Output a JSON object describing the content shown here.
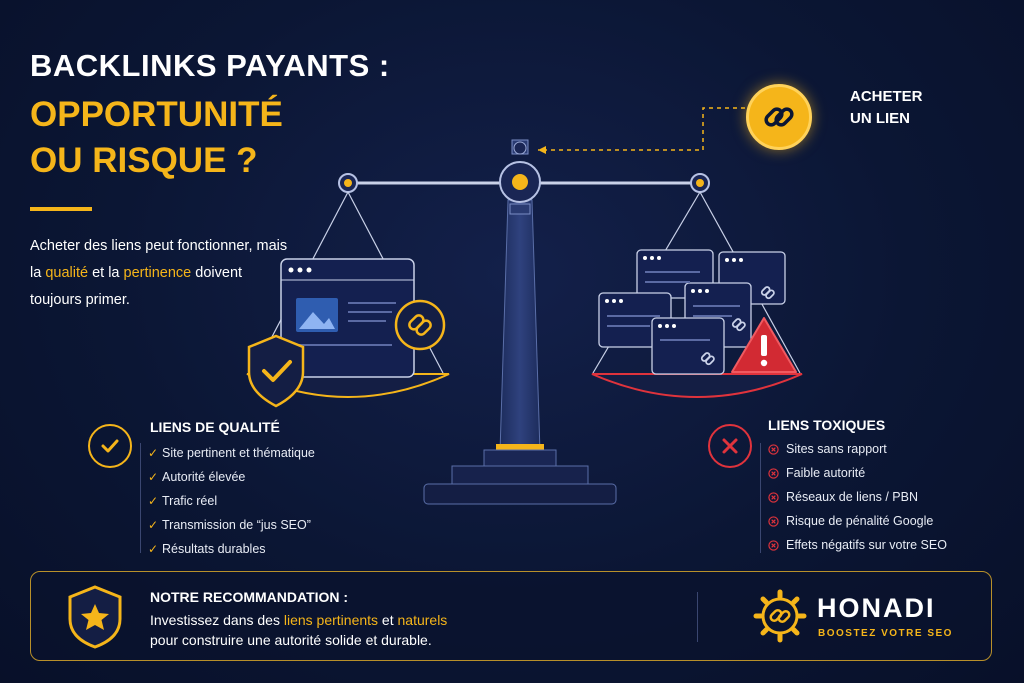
{
  "header": {
    "title_line1": "BACKLINKS PAYANTS :",
    "title_line2": "OPPORTUNITÉ",
    "title_line3": "OU RISQUE ?",
    "intro_part1": "Acheter des liens peut fonctionner, mais la ",
    "intro_hl1": "qualité",
    "intro_part2": " et la ",
    "intro_hl2": "pertinence",
    "intro_part3": " doivent toujours primer."
  },
  "buy_link": {
    "label_line1": "ACHETER",
    "label_line2": "UN LIEN"
  },
  "quality": {
    "title": "LIENS DE QUALITÉ",
    "items": [
      "Site pertinent et thématique",
      "Autorité élevée",
      "Trafic réel",
      "Transmission de “jus SEO”",
      "Résultats durables"
    ]
  },
  "toxic": {
    "title": "LIENS TOXIQUES",
    "items": [
      "Sites sans rapport",
      "Faible autorité",
      "Réseaux de liens / PBN",
      "Risque de pénalité Google",
      "Effets négatifs sur votre SEO"
    ]
  },
  "recommendation": {
    "title": "NOTRE RECOMMANDATION :",
    "text_part1": "Investissez dans des ",
    "text_hl1": "liens pertinents",
    "text_part2": " et ",
    "text_hl2": "naturels",
    "text_line2": "pour construire une autorité solide et durable."
  },
  "brand": {
    "name": "HONADI",
    "tagline": "BOOSTEZ VOTRE SEO"
  },
  "colors": {
    "background": "#0b1634",
    "accent": "#f5b51a",
    "danger": "#e0333c"
  },
  "icons": [
    "chain-link-icon",
    "shield-check-icon",
    "warning-icon",
    "check-icon",
    "cross-icon",
    "star-shield-icon",
    "gear-logo-icon"
  ]
}
